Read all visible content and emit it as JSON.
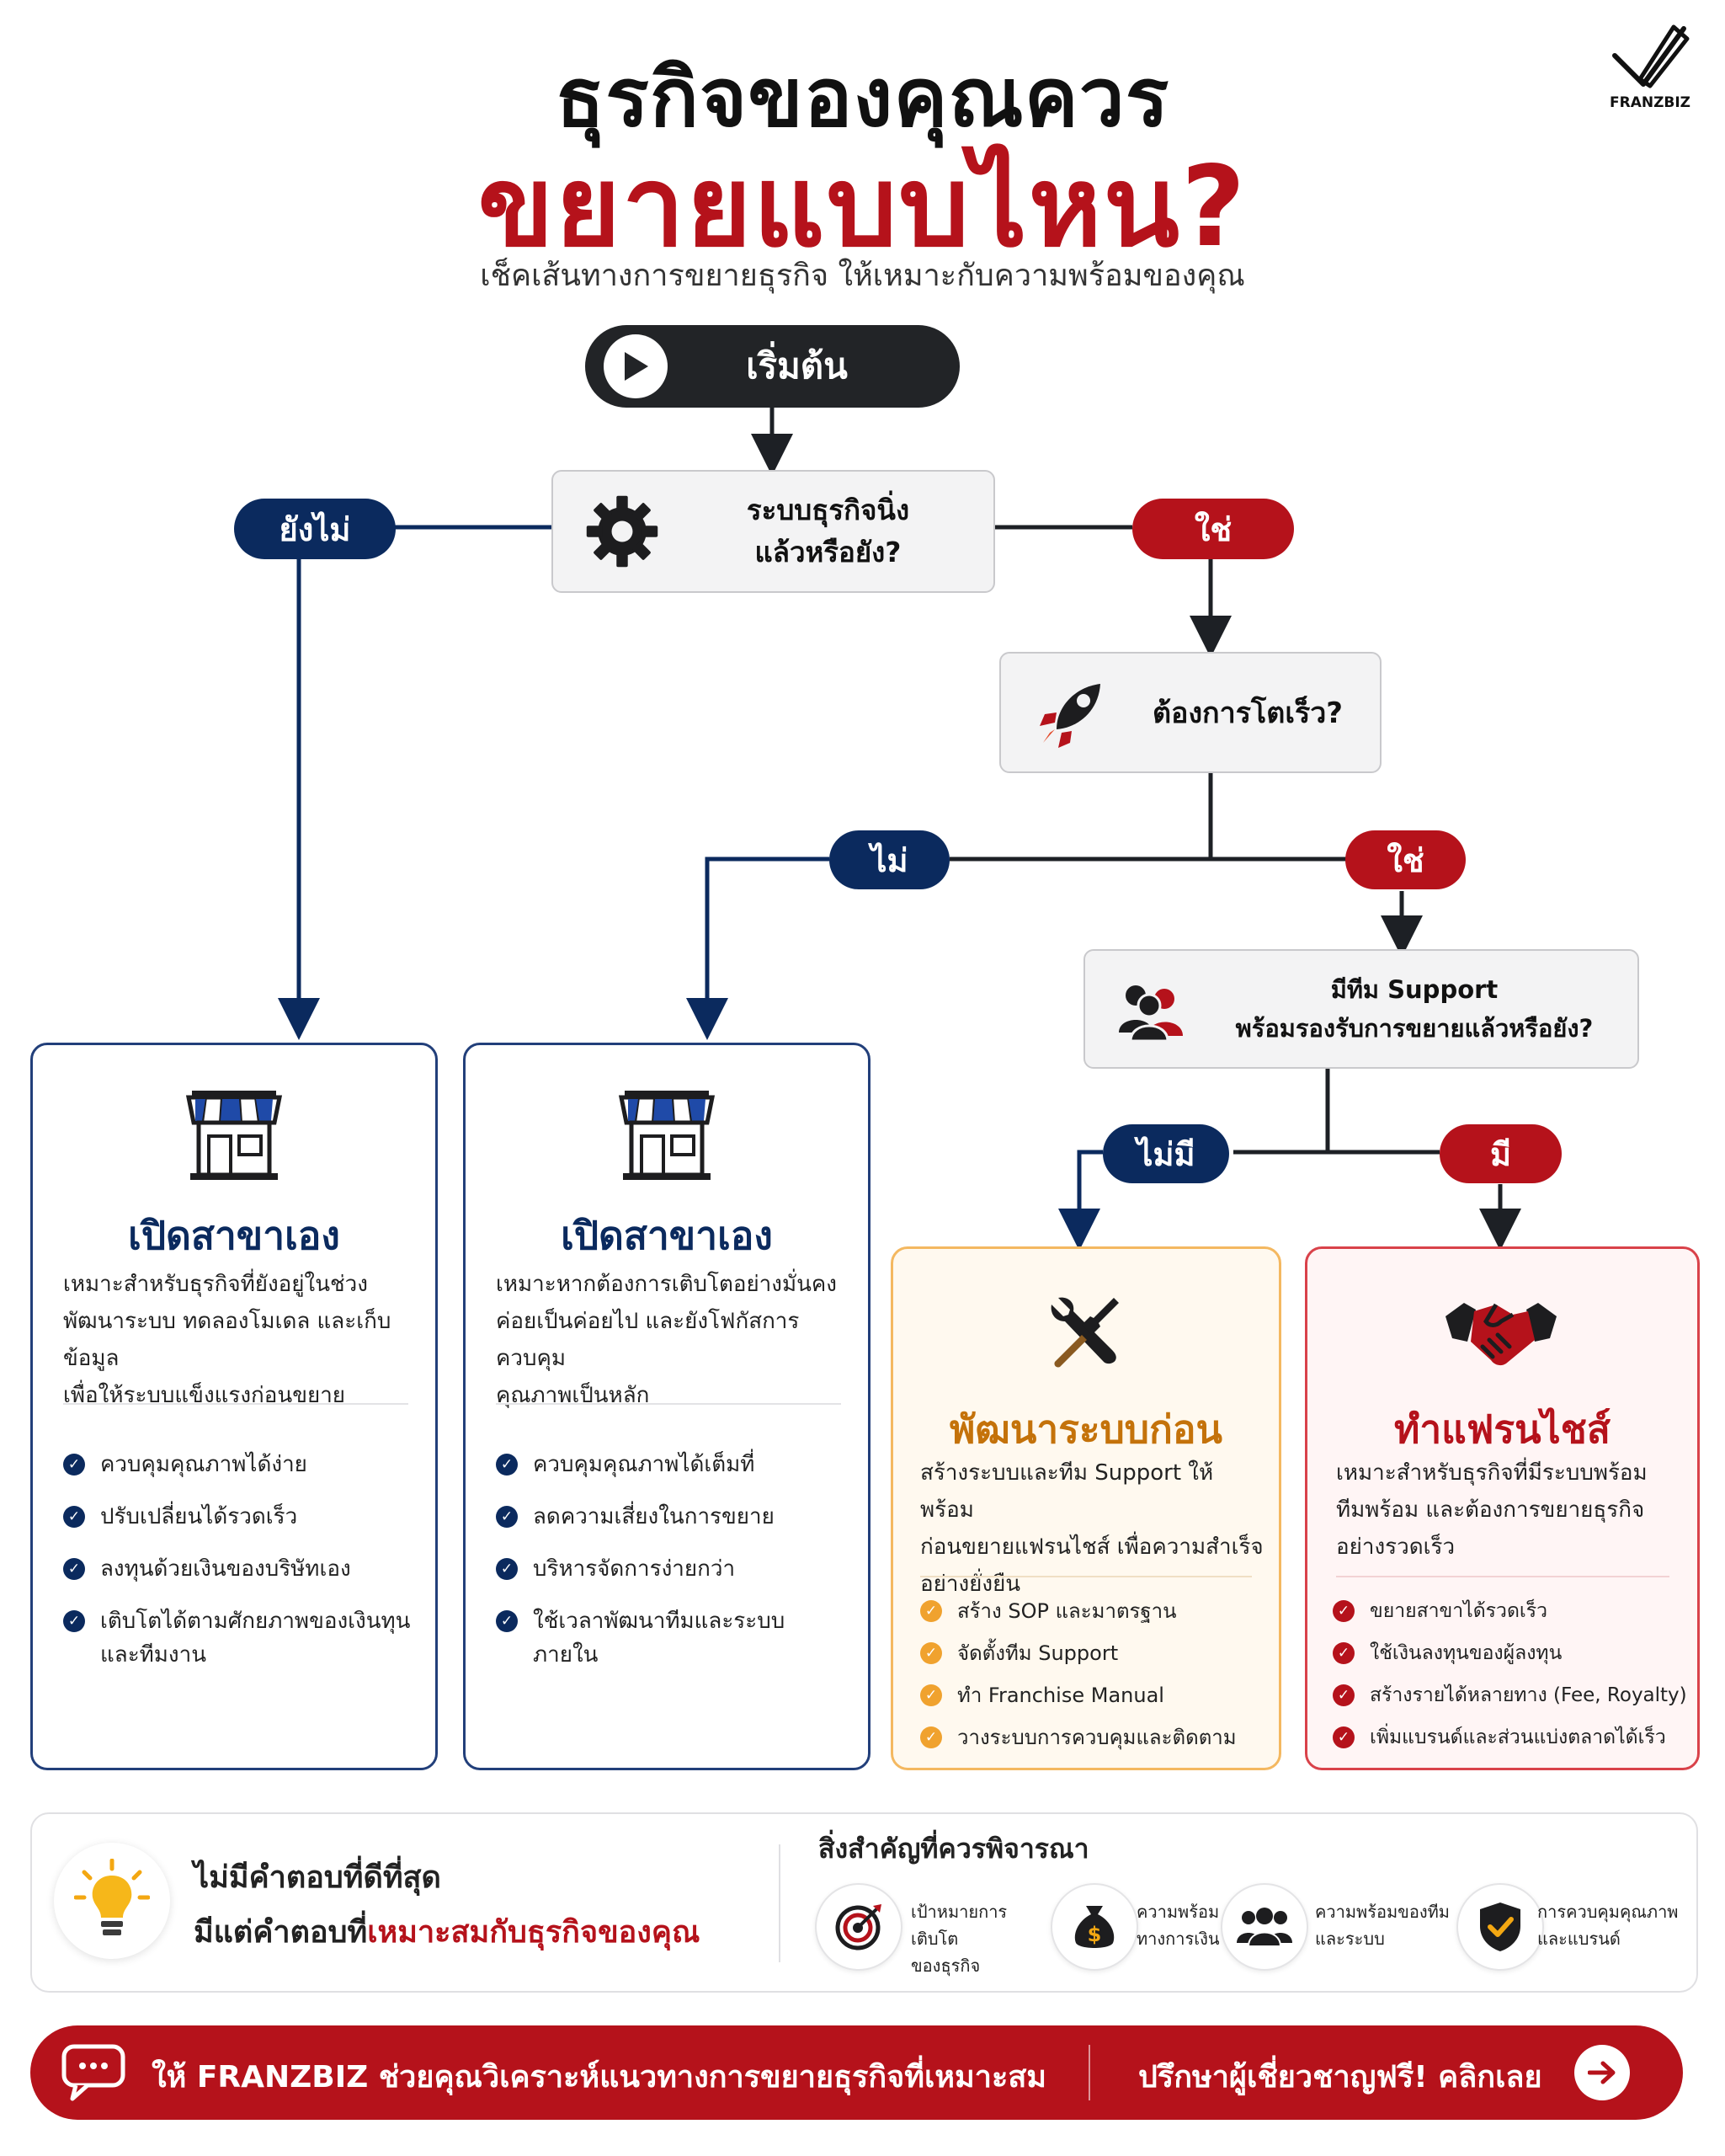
{
  "header": {
    "title_line1": "ธุรกิจของคุณควร",
    "title_line2": "ขยายแบบไหน?",
    "subtitle": "เช็คเส้นทางการขยายธุรกิจ ให้เหมาะกับความพร้อมของคุณ",
    "logo_text": "FRANZBIZ"
  },
  "flow": {
    "start_label": "เริ่มต้น",
    "q1": {
      "line1": "ระบบธุรกิจนิ่ง",
      "line2": "แล้วหรือยัง?",
      "no_label": "ยังไม่",
      "yes_label": "ใช่"
    },
    "q2": {
      "text": "ต้องการโตเร็ว?",
      "no_label": "ไม่",
      "yes_label": "ใช่"
    },
    "q3": {
      "line1": "มีทีม Support",
      "line2": "พร้อมรองรับการขยายแล้วหรือยัง?",
      "no_label": "ไม่มี",
      "yes_label": "มี"
    }
  },
  "colors": {
    "navy": "#0b2a5e",
    "red": "#b5121b",
    "gold": "#f0a22e",
    "dark": "#222427"
  },
  "cards": [
    {
      "title": "เปิดสาขาเอง",
      "icon": "store-icon",
      "desc": [
        "เหมาะสำหรับธุรกิจที่ยังอยู่ในช่วง",
        "พัฒนาระบบ ทดลองโมเดล และเก็บข้อมูล",
        "เพื่อให้ระบบแข็งแรงก่อนขยาย"
      ],
      "items": [
        "ควบคุมคุณภาพได้ง่าย",
        "ปรับเปลี่ยนได้รวดเร็ว",
        "ลงทุนด้วยเงินของบริษัทเอง",
        "เติบโตได้ตามศักยภาพของเงินทุน และทีมงาน"
      ]
    },
    {
      "title": "เปิดสาขาเอง",
      "icon": "store-icon",
      "desc": [
        "เหมาะหากต้องการเติบโตอย่างมั่นคง",
        "ค่อยเป็นค่อยไป และยังโฟกัสการควบคุม",
        "คุณภาพเป็นหลัก"
      ],
      "items": [
        "ควบคุมคุณภาพได้เต็มที่",
        "ลดความเสี่ยงในการขยาย",
        "บริหารจัดการง่ายกว่า",
        "ใช้เวลาพัฒนาทีมและระบบภายใน"
      ]
    },
    {
      "title": "พัฒนาระบบก่อน",
      "icon": "tools-icon",
      "desc": [
        "สร้างระบบและทีม Support ให้พร้อม",
        "ก่อนขยายแฟรนไชส์ เพื่อความสำเร็จ",
        "อย่างยั่งยืน"
      ],
      "items": [
        "สร้าง SOP และมาตรฐาน",
        "จัดตั้งทีม Support",
        "ทำ Franchise Manual",
        "วางระบบการควบคุมและติดตาม"
      ]
    },
    {
      "title": "ทำแฟรนไชส์",
      "icon": "handshake-icon",
      "desc": [
        "เหมาะสำหรับธุรกิจที่มีระบบพร้อม",
        "ทีมพร้อม และต้องการขยายธุรกิจ",
        "อย่างรวดเร็ว"
      ],
      "items": [
        "ขยายสาขาได้รวดเร็ว",
        "ใช้เงินลงทุนของผู้ลงทุน",
        "สร้างรายได้หลายทาง (Fee, Royalty)",
        "เพิ่มแบรนด์และส่วนแบ่งตลาดได้เร็ว"
      ]
    }
  ],
  "insight": {
    "line1": "ไม่มีคำตอบที่ดีที่สุด",
    "line2_prefix": "มีแต่คำตอบที่",
    "line2_highlight": "เหมาะสมกับธุรกิจของคุณ"
  },
  "considerations": {
    "title": "สิ่งสำคัญที่ควรพิจารณา",
    "items": [
      {
        "icon": "target-icon",
        "line1": "เป้าหมายการเติบโต",
        "line2": "ของธุรกิจ"
      },
      {
        "icon": "money-bag-icon",
        "line1": "ความพร้อม",
        "line2": "ทางการเงิน"
      },
      {
        "icon": "team-icon",
        "line1": "ความพร้อมของทีม",
        "line2": "และระบบ"
      },
      {
        "icon": "shield-check-icon",
        "line1": "การควบคุมคุณภาพ",
        "line2": "และแบรนด์"
      }
    ]
  },
  "cta": {
    "message": "ให้ FRANZBIZ ช่วยคุณวิเคราะห์แนวทางการขยายธุรกิจที่เหมาะสม",
    "action": "ปรึกษาผู้เชี่ยวชาญฟรี! คลิกเลย"
  }
}
